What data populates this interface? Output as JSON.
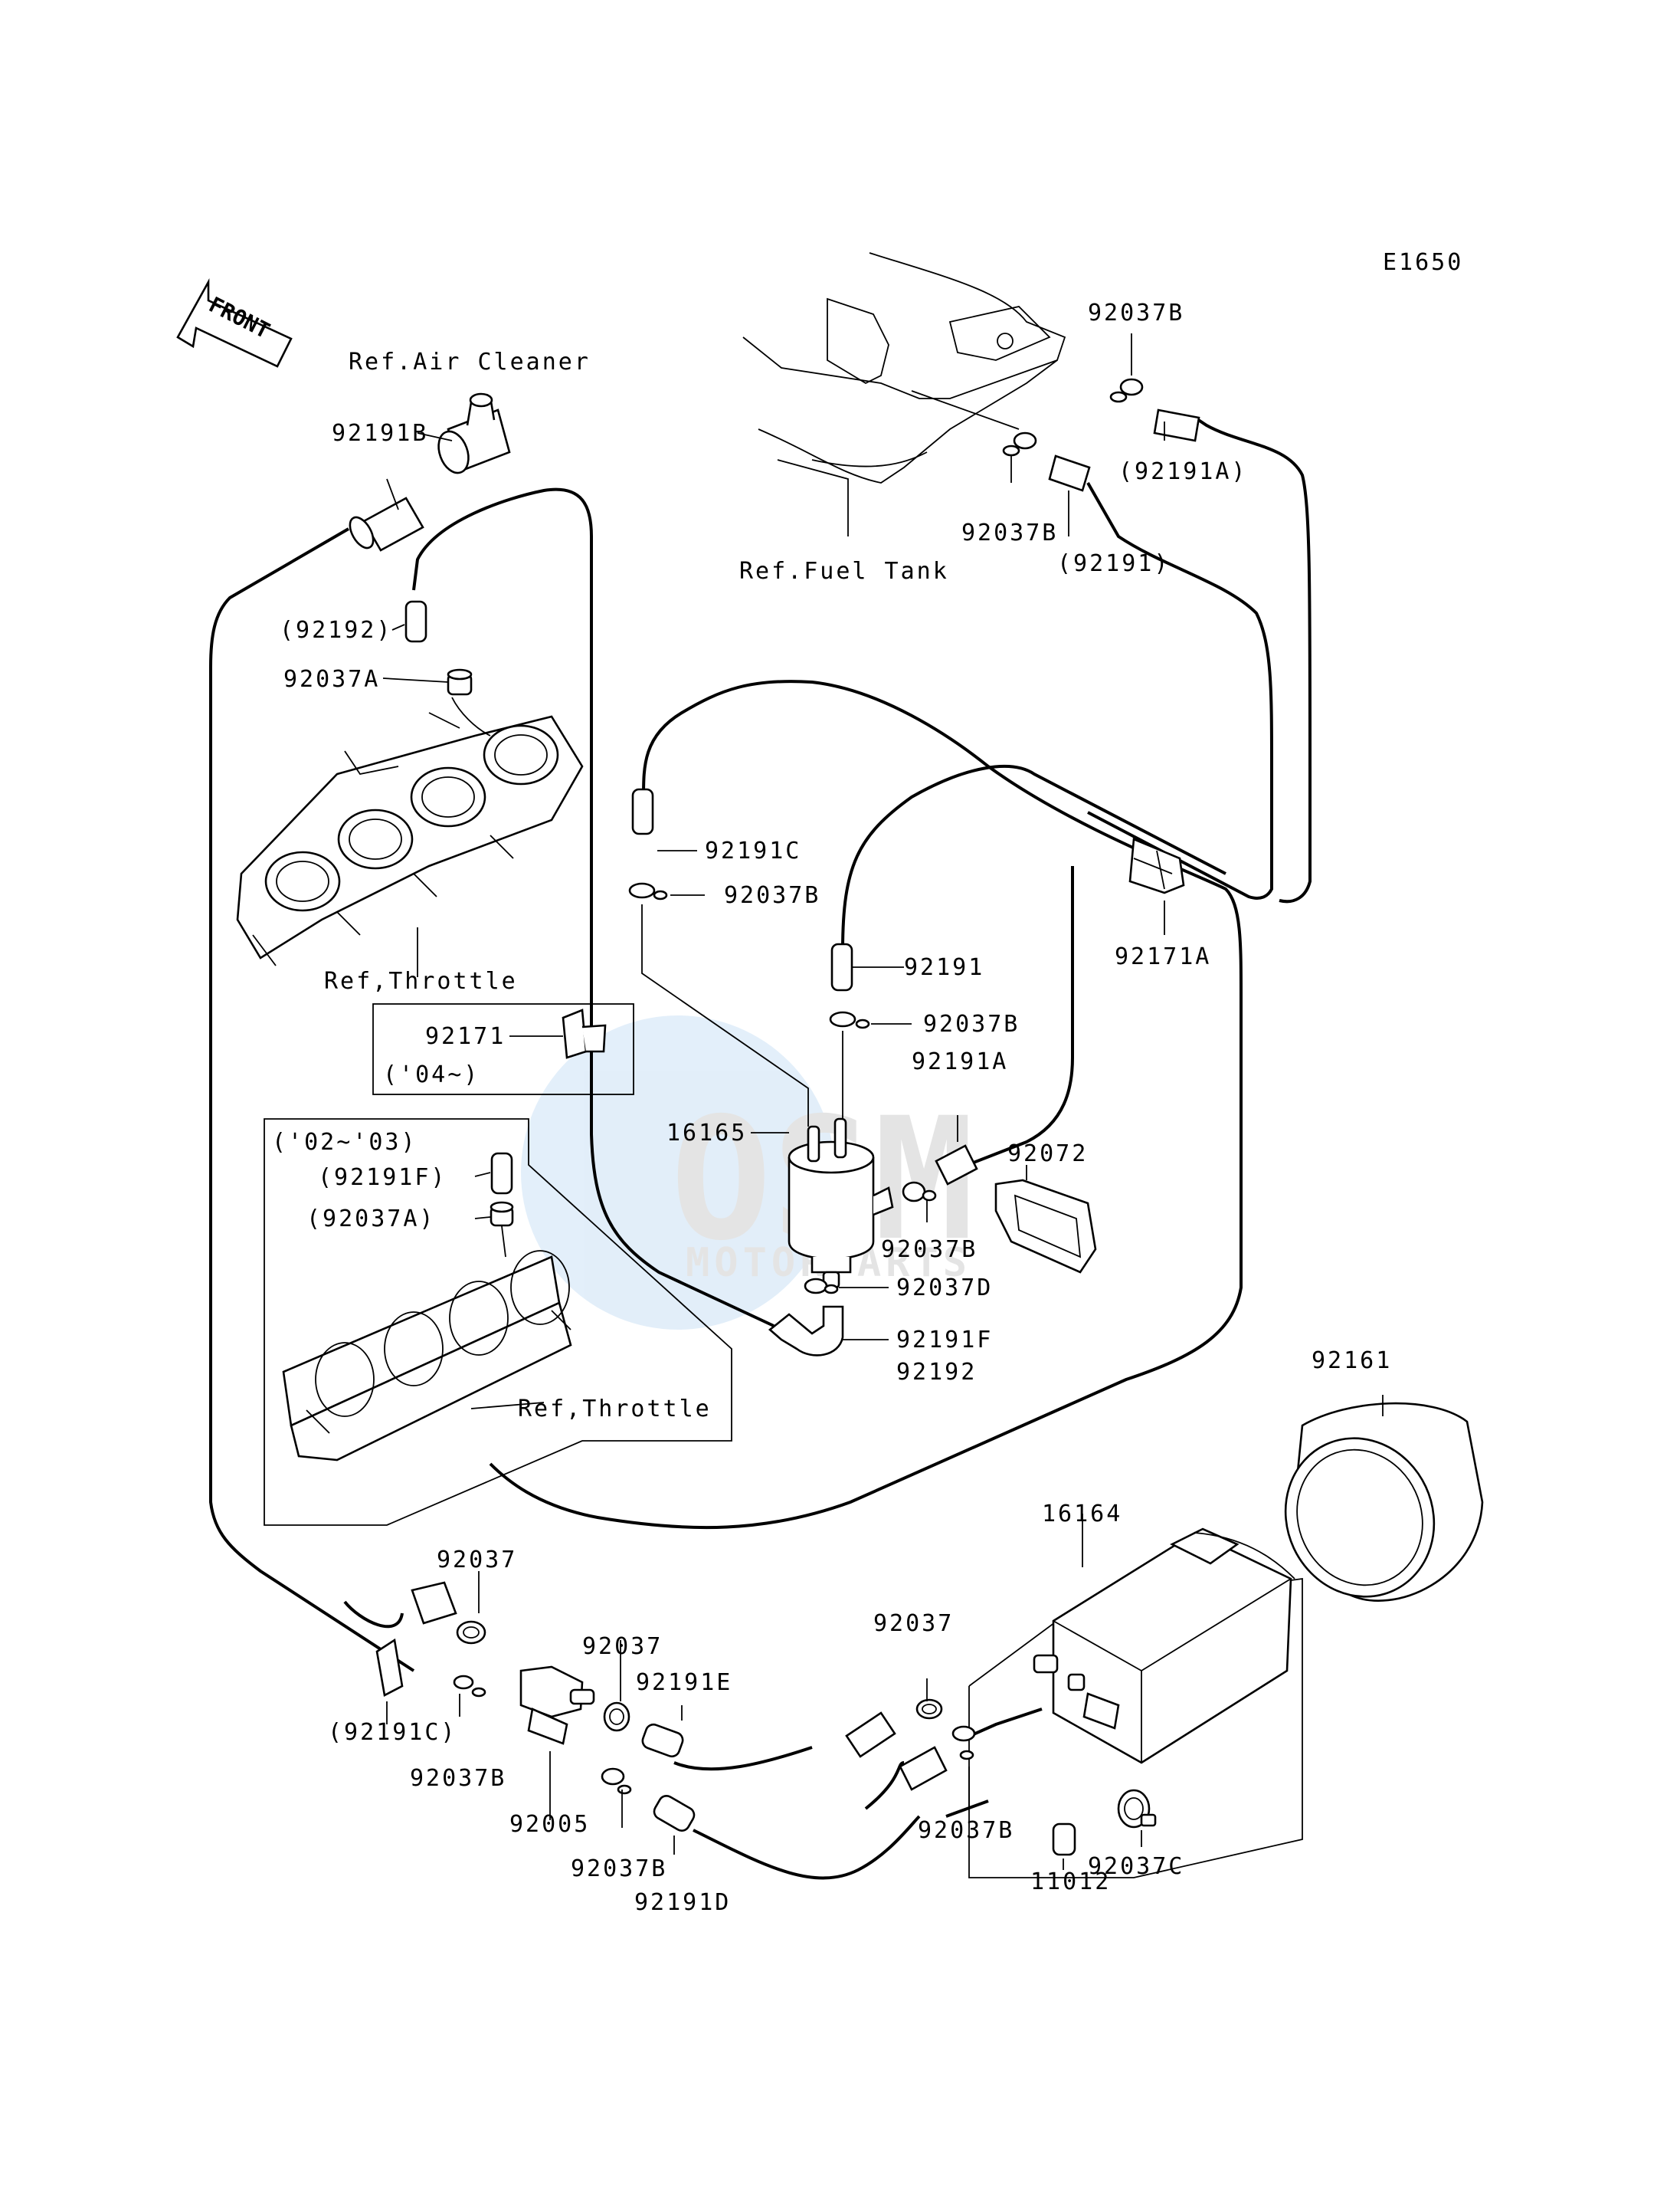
{
  "diagram_code": "E1650",
  "front_arrow_label": "FRONT",
  "watermark": {
    "brand": "OSM",
    "sub": "MOTORPARTS"
  },
  "refs": {
    "air_cleaner": "Ref.Air Cleaner",
    "fuel_tank": "Ref.Fuel Tank",
    "throttle_upper": "Ref,Throttle",
    "throttle_lower": "Ref,Throttle"
  },
  "years": {
    "y04": "('04~)",
    "y0203": "('02~'03)"
  },
  "labels": {
    "p92191B": "92191B",
    "p92192_paren": "(92192)",
    "p92037A": "92037A",
    "p92171": "92171",
    "p92191F_paren": "(92191F)",
    "p92037A_paren": "(92037A)",
    "p92037B_top": "92037B",
    "p92191A_paren": "(92191A)",
    "p92037B_tank": "92037B",
    "p92191_paren": "(92191)",
    "p92191C": "92191C",
    "p92037B_c": "92037B",
    "p92191": "92191",
    "p92037B_d": "92037B",
    "p92191A": "92191A",
    "p92171A": "92171A",
    "p16165": "16165",
    "p92072": "92072",
    "p92037B_e": "92037B",
    "p92037D": "92037D",
    "p92191F": "92191F",
    "p92192": "92192",
    "p92161": "92161",
    "p16164": "16164",
    "p92037_a": "92037",
    "p92037_b": "92037",
    "p92191E": "92191E",
    "p92037_c": "92037",
    "p92191C_paren": "(92191C)",
    "p92037B_f": "92037B",
    "p92005": "92005",
    "p92037B_g": "92037B",
    "p92191D": "92191D",
    "p92037B_h": "92037B",
    "p11012": "11012",
    "p92037C": "92037C"
  }
}
